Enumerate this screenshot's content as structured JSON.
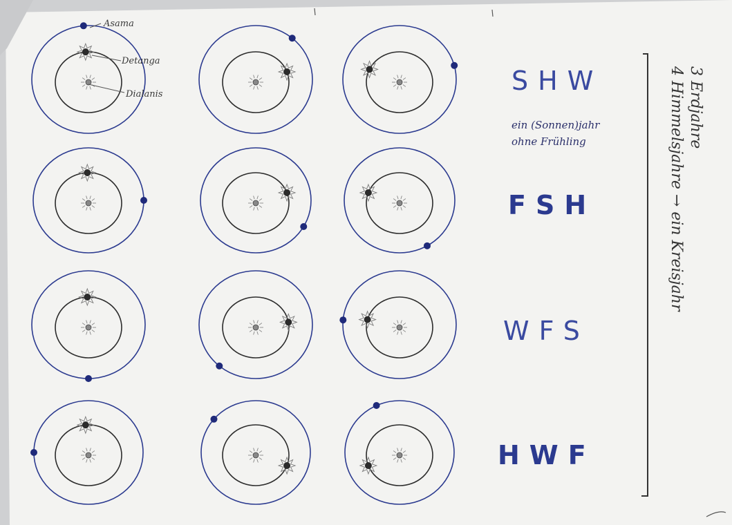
{
  "colors": {
    "paper": "#f3f3f1",
    "ink_blue": "#2b3a8f",
    "ink_dark": "#2c2c2c",
    "ink_grey": "#7a7a7a"
  },
  "labels": {
    "asama": "Asama",
    "detanga": "Detanga",
    "dialanis": "Dialanis"
  },
  "rows": [
    {
      "seasons": "SHW",
      "note_line1": "ein (Sonnen)jahr",
      "note_line2": "ohne Frühling"
    },
    {
      "seasons": "FSH",
      "note_line1": "",
      "note_line2": ""
    },
    {
      "seasons": "WFS",
      "note_line1": "",
      "note_line2": ""
    },
    {
      "seasons": "HWF",
      "note_line1": "",
      "note_line2": ""
    }
  ],
  "side_text": {
    "line1": "3 Erdjahre",
    "line2": "4 Himmelsjahre  →  ein Kreisjahr"
  },
  "diagrams": [
    {
      "inner_angle": 95,
      "outer_angle": 95
    },
    {
      "inner_angle": 20,
      "outer_angle": 50
    },
    {
      "inner_angle": 155,
      "outer_angle": 15
    },
    {
      "inner_angle": 92,
      "outer_angle": 0
    },
    {
      "inner_angle": 20,
      "outer_angle": -30
    },
    {
      "inner_angle": 160,
      "outer_angle": -60
    },
    {
      "inner_angle": 92,
      "outer_angle": -90
    },
    {
      "inner_angle": 10,
      "outer_angle": -130
    },
    {
      "inner_angle": 165,
      "outer_angle": 175
    },
    {
      "inner_angle": 95,
      "outer_angle": 180
    },
    {
      "inner_angle": -20,
      "outer_angle": 140
    },
    {
      "inner_angle": 200,
      "outer_angle": 115
    }
  ]
}
